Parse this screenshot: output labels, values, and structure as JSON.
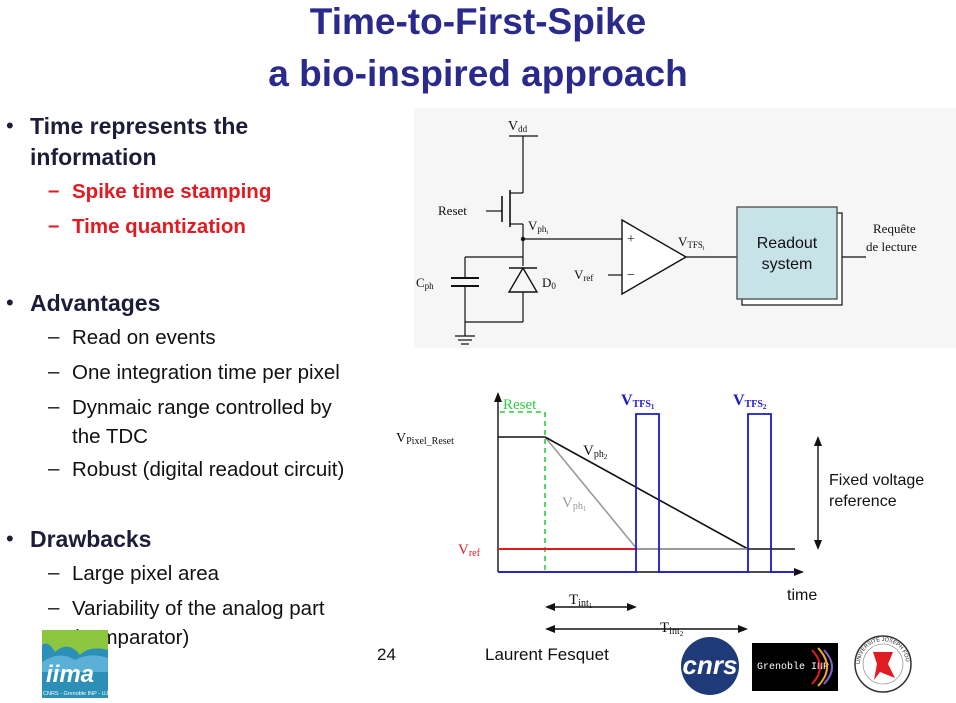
{
  "slide": {
    "title_line1": "Time-to-First-Spike",
    "title_line2": "a bio-inspired approach",
    "bullets": [
      {
        "heading_line1": "Time represents the",
        "heading_line2": "information",
        "subs": [
          "Spike time stamping",
          "Time quantization"
        ]
      },
      {
        "heading_line1": "Advantages",
        "subs": [
          "Read on events",
          "One integration time per pixel",
          "Dynmaic range controlled by",
          "the TDC",
          "Robust (digital readout circuit)"
        ]
      },
      {
        "heading_line1": "Drawbacks",
        "subs": [
          "Large pixel area",
          "Variability of the analog part",
          "(comparator)"
        ]
      }
    ],
    "page_number": "24",
    "author": "Laurent Fesquet"
  },
  "circuit": {
    "vdd": "V",
    "vdd_sub": "dd",
    "reset": "Reset",
    "vph": "V",
    "vph_sub": "ph",
    "vph_subsub": "i",
    "cph": "C",
    "cph_sub": "ph",
    "d0": "D",
    "d0_sub": "0",
    "vref": "V",
    "vref_sub": "ref",
    "vtfs": "V",
    "vtfs_sub": "TFS",
    "vtfs_subsub": "i",
    "plus": "+",
    "minus": "−",
    "readout_line1": "Readout",
    "readout_line2": "system",
    "request_line1": "Requête",
    "request_line2": "de lecture",
    "readout_fill": "#c7e3e8"
  },
  "timing": {
    "reset": "Reset",
    "vtfs1": "V",
    "vtfs1_sub": "TFS",
    "vtfs1_subsub": "1",
    "vtfs2": "V",
    "vtfs2_sub": "TFS",
    "vtfs2_subsub": "2",
    "vpixel": "V",
    "vpixel_sub": "Pixel_Reset",
    "vph2": "V",
    "vph2_sub": "ph",
    "vph2_subsub": "2",
    "vph1": "V",
    "vph1_sub": "ph",
    "vph1_subsub": "1",
    "vref": "V",
    "vref_sub": "ref",
    "fixed_line1": "Fixed voltage",
    "fixed_line2": "reference",
    "time": "time",
    "tint1": "T",
    "tint1_sub": "int",
    "tint1_subsub": "1",
    "tint2": "T",
    "tint2_sub": "int",
    "tint2_subsub": "2",
    "colors": {
      "reset": "#2ecc40",
      "pulse": "#1a1acc",
      "vref": "#e11b22",
      "vph1": "#999999"
    }
  },
  "logos": {
    "iima": "iima",
    "iima_caption": "CNRS - Grenoble INP - UJF",
    "cnrs": "cnrs",
    "grenoble": "Grenoble INP",
    "univ": "UNIVERSITÉ JOSEPH FOURIER"
  }
}
